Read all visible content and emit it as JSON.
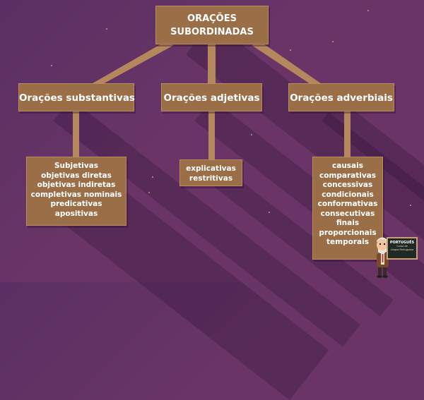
{
  "root": {
    "line1": "ORAÇÕES",
    "line2": "SUBORDINADAS"
  },
  "categories": [
    {
      "label": "Orações substantivas"
    },
    {
      "label": "Orações adjetivas"
    },
    {
      "label": "Orações adverbiais"
    }
  ],
  "substantivas": [
    "Subjetivas",
    "objetivas diretas",
    "objetivas indiretas",
    "completivas nominais",
    "predicativas",
    "apositivas"
  ],
  "adjetivas": [
    "explicativas",
    "restritivas"
  ],
  "adverbiais": [
    "causais",
    "comparativas",
    "concessivas",
    "condicionais",
    "conformativas",
    "consecutivas",
    "finais",
    "proporcionais",
    "temporais"
  ],
  "logo": {
    "title": "PORTUGUÊS",
    "line2": "Curso de",
    "line3": "Língua Portuguesa"
  },
  "colors": {
    "background": "#5f3065",
    "box": "#9a6f48",
    "text": "#ffffff",
    "connector": "#b4885c"
  }
}
